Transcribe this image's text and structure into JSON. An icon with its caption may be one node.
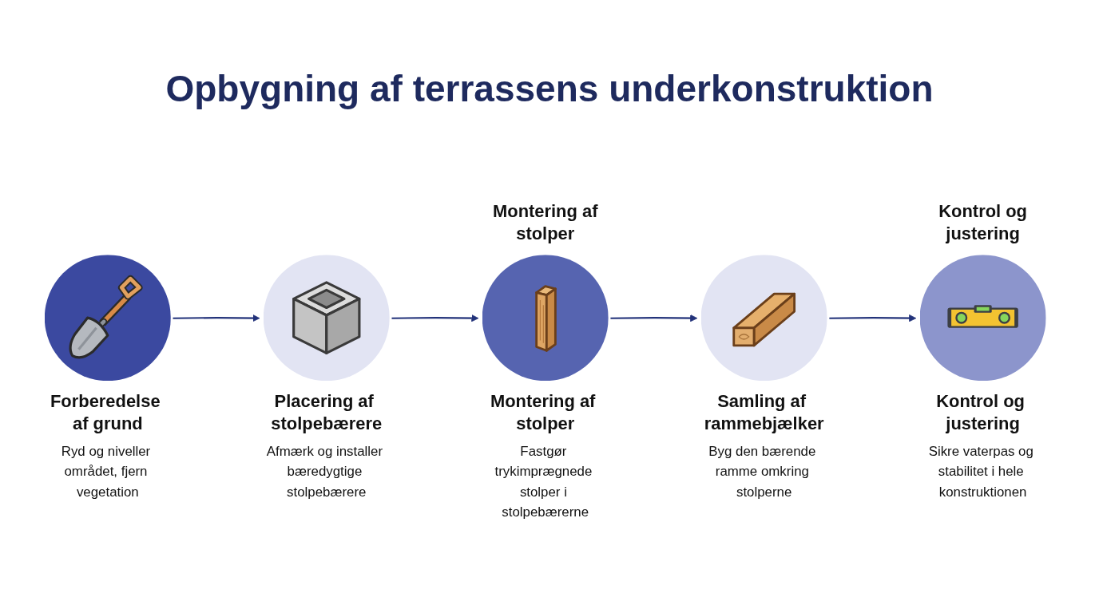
{
  "diagram": {
    "title": "Opbygning af terrassens underkonstruktion",
    "nodes": [
      {
        "text": [
          "Forberedelse af grund",
          "Ryd og niveller området, fjern vegetation"
        ]
      },
      {
        "text": [
          "Placering af stolpebærere",
          "Afmærk og installer bæredygtige stolpebærere"
        ]
      },
      {
        "text": [
          "Montering af stolper",
          "Fastgør trykimprægnede stolper i stolpebærerne"
        ],
        "beside": [
          "Montering af stolper"
        ]
      },
      {
        "text": [
          "Samling af rammebjælker",
          "Byg den bærende ramme omkring stolperne"
        ]
      },
      {
        "text": [
          "Kontrol og justering",
          "Sikre vaterpas og stabilitet i hele konstruktionen"
        ],
        "beside": [
          "Kontrol og justering"
        ]
      }
    ],
    "edges": [
      {
        "from": 0,
        "to": 1,
        "arrow": "to"
      },
      {
        "from": 1,
        "to": 2,
        "arrow": "to"
      },
      {
        "from": 2,
        "to": 3,
        "arrow": "to"
      },
      {
        "from": 3,
        "to": 4,
        "arrow": "to"
      }
    ]
  }
}
